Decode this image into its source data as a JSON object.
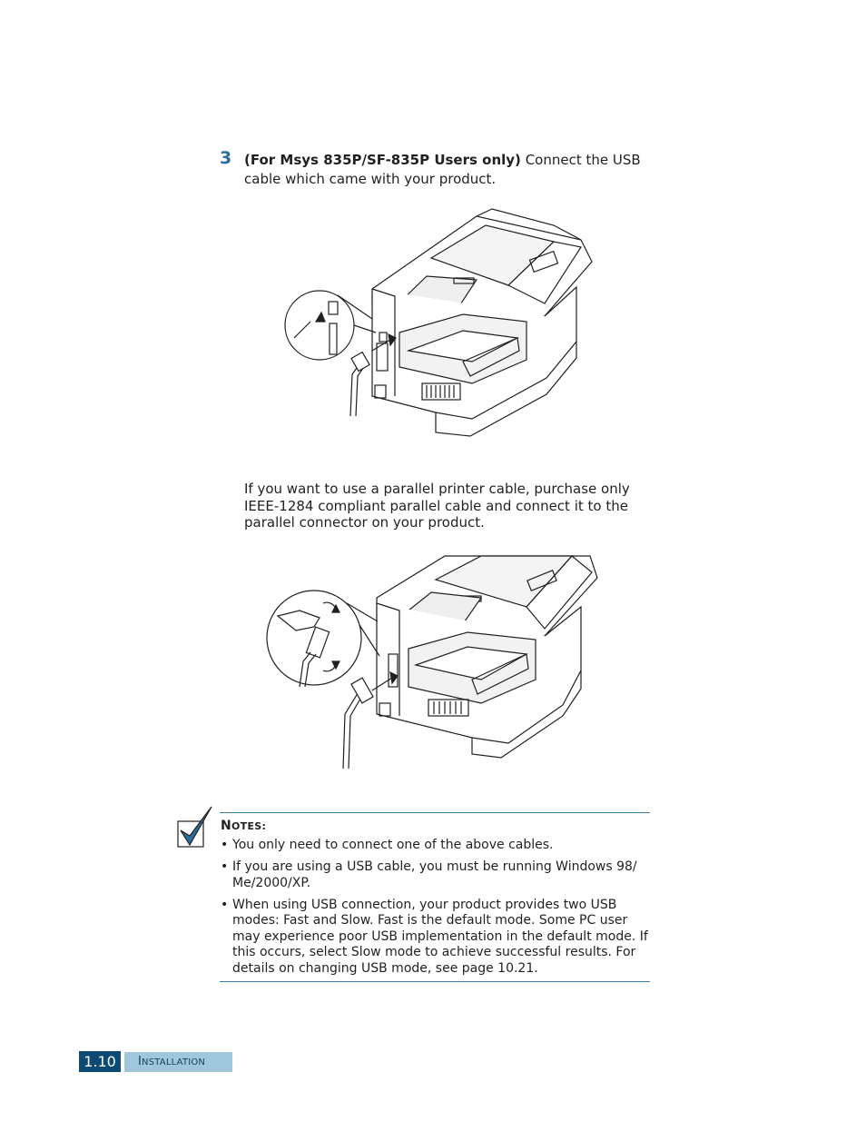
{
  "step": {
    "number": "3",
    "bold_prefix": "(For Msys 835P/SF-835P Users only)",
    "text": " Connect the USB cable which came with your product."
  },
  "parallel_paragraph": "If you want to use a parallel printer cable, purchase only IEEE-1284 compliant parallel cable and connect it to the parallel connector on your product.",
  "notes": {
    "title_first": "N",
    "title_rest": "OTES:",
    "items": [
      "You only need to connect one of the above cables.",
      "If you are using a USB cable, you must be running Windows 98/ Me/2000/XP.",
      "When  using USB connection, your product provides two USB modes: Fast and Slow. Fast is the default mode. Some PC user may experience poor USB implementation in the default mode. If this occurs, select Slow mode to achieve successful results. For details on changing USB mode, see page 10.21."
    ],
    "bullet": "•"
  },
  "footer": {
    "page_number": "1.10",
    "section_first": "I",
    "section_rest": "NSTALLATION"
  },
  "colors": {
    "accent": "#2a6e9c",
    "footer_dark": "#0c4a74",
    "footer_light": "#9fc6da"
  }
}
